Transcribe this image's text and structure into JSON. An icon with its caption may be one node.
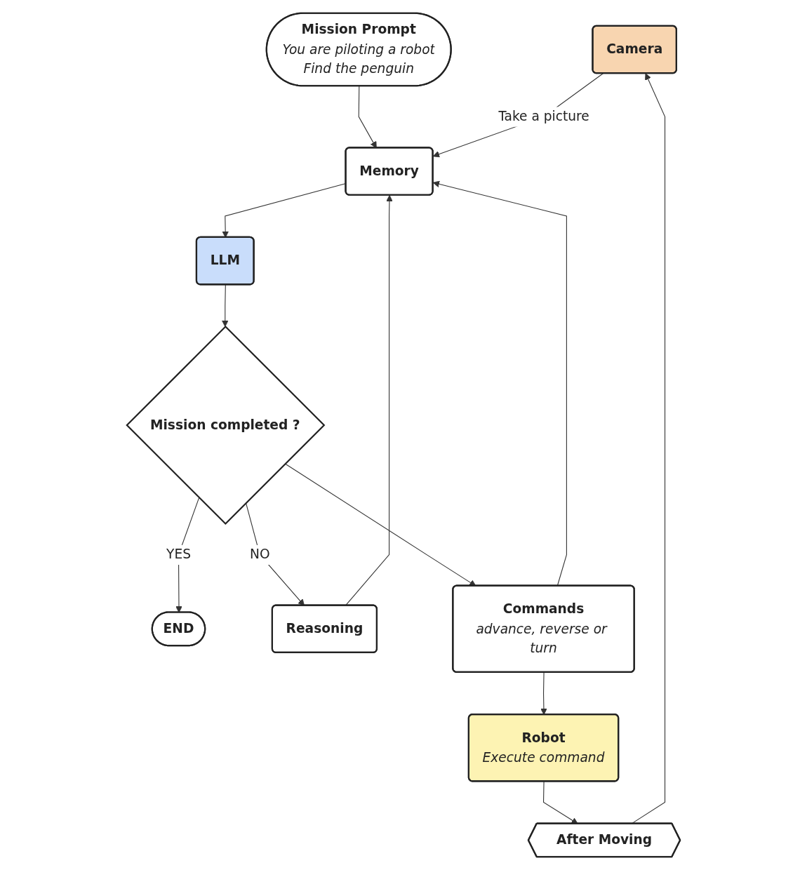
{
  "diagram": {
    "nodes": [
      {
        "text": [
          "Mission Prompt",
          "You are piloting a robot",
          "Find the penguin"
        ]
      },
      {
        "text": [
          "Camera"
        ]
      },
      {
        "text": [
          "Memory"
        ]
      },
      {
        "text": [
          "END"
        ]
      },
      {
        "text": [
          "LLM"
        ]
      },
      {
        "text": [
          "Mission completed ?"
        ]
      },
      {
        "text": [
          "Reasoning"
        ]
      },
      {
        "text": [
          "Commands",
          "advance, reverse or turn"
        ]
      },
      {
        "text": [
          "After Moving"
        ]
      },
      {
        "text": [
          "Robot",
          "Execute command"
        ]
      }
    ],
    "edges": [
      {
        "from": 0,
        "to": 2,
        "arrow": "to"
      },
      {
        "from": 1,
        "to": 2,
        "arrow": "to",
        "label": "Take a picture"
      },
      {
        "from": 2,
        "to": 4,
        "arrow": "to"
      },
      {
        "from": 4,
        "to": 5,
        "arrow": "to"
      },
      {
        "from": 5,
        "to": 3,
        "arrow": "to",
        "label": "YES"
      },
      {
        "from": 5,
        "to": 6,
        "arrow": "to",
        "label": "NO"
      },
      {
        "from": 5,
        "to": 7,
        "arrow": "to"
      },
      {
        "from": 6,
        "to": 2,
        "arrow": "to"
      },
      {
        "from": 7,
        "to": 2,
        "arrow": "to"
      },
      {
        "from": 7,
        "to": 9,
        "arrow": "to"
      },
      {
        "from": 9,
        "to": 8,
        "arrow": "to"
      },
      {
        "from": 8,
        "to": 1,
        "arrow": "to"
      }
    ]
  }
}
